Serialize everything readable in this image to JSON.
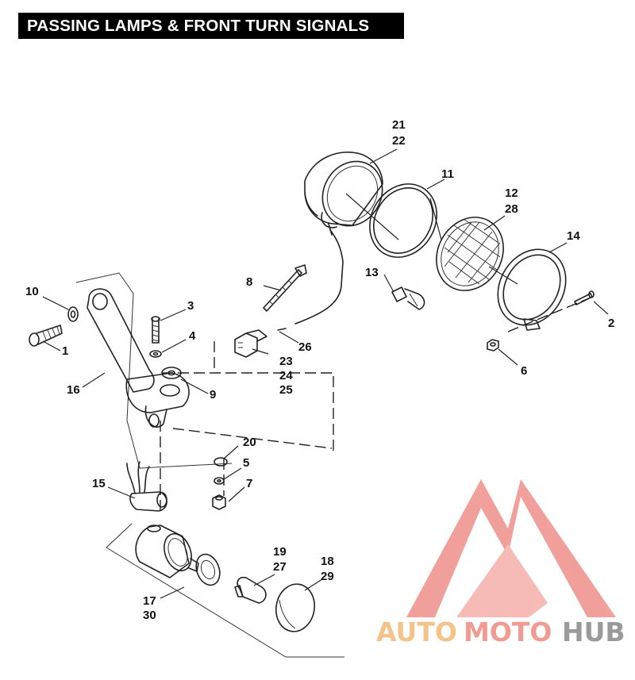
{
  "title": "PASSING LAMPS & FRONT TURN SIGNALS",
  "callouts": [
    "1",
    "2",
    "3",
    "4",
    "5",
    "6",
    "7",
    "8",
    "9",
    "10",
    "11",
    "12",
    "13",
    "14",
    "15",
    "16",
    "17",
    "18",
    "19",
    "20",
    "21",
    "22",
    "23",
    "24",
    "25",
    "26",
    "27",
    "28",
    "29",
    "30"
  ],
  "watermark": {
    "part1": "AUTO",
    "part2": "MOTO",
    "part3": "HUB",
    "colors": {
      "auto": "#f3c38a",
      "moto": "#f29b93",
      "hub": "#9a9a9a",
      "logo": "#ef8f8a"
    }
  },
  "colors": {
    "title_bg": "#000000",
    "title_text": "#ffffff",
    "line": "#222222"
  }
}
